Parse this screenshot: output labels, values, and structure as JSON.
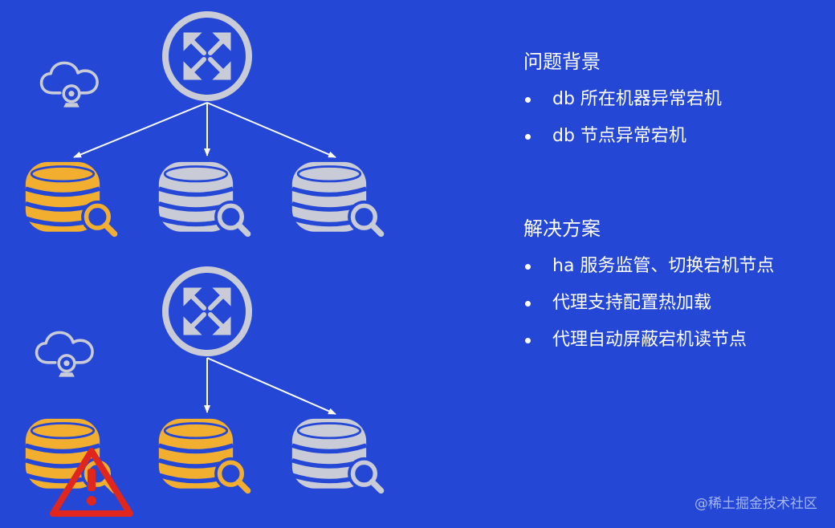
{
  "problem": {
    "title": "问题背景",
    "items": [
      "db 所在机器异常宕机",
      "db 节点异常宕机"
    ]
  },
  "solution": {
    "title": "解决方案",
    "items": [
      "ha 服务监管、切换宕机节点",
      "代理支持配置热加载",
      "代理自动屏蔽宕机读节点"
    ]
  },
  "watermark": "@稀土掘金技术社区",
  "colors": {
    "background": "#2447d6",
    "healthy_db": "#f2ae2e",
    "replica_db": "#c9ccd6",
    "db_stripe": "#2447d6",
    "warning": "#e0261d",
    "connector": "#ffffff"
  },
  "icons": [
    "router-icon",
    "cloud-camera-icon",
    "database-search-icon",
    "warning-icon"
  ]
}
